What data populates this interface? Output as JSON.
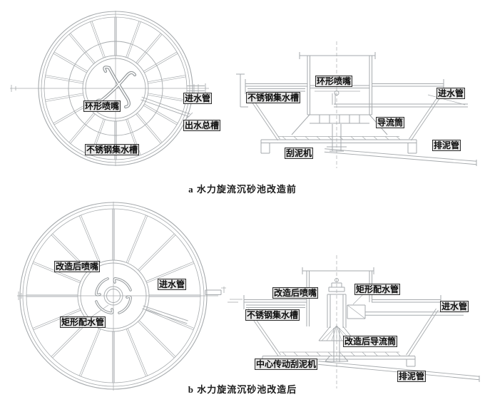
{
  "figure": {
    "panel_a": {
      "caption": "a 水力旋流沉砂池改造前",
      "plan": {
        "ring_nozzle": "环形喷嘴",
        "inlet_pipe": "进水管",
        "outlet_main_channel": "出水总槽",
        "stainless_trough": "不锈钢集水槽"
      },
      "section": {
        "ring_nozzle": "环形喷嘴",
        "stainless_trough": "不锈钢集水槽",
        "inlet_pipe": "进水管",
        "draft_tube": "导流筒",
        "scraper": "刮泥机",
        "sludge_pipe": "排泥管"
      }
    },
    "panel_b": {
      "caption": "b 水力旋流沉砂池改造后",
      "plan": {
        "renovated_nozzle": "改造后喷嘴",
        "inlet_pipe": "进水管",
        "rect_distribution_pipe": "矩形配水管"
      },
      "section": {
        "renovated_nozzle": "改造后喷嘴",
        "rect_distribution_pipe": "矩形配水管",
        "stainless_trough": "不锈钢集水槽",
        "inlet_pipe": "进水管",
        "renovated_draft_tube": "改造后导流筒",
        "center_drive_scraper": "中心传动刮泥机",
        "sludge_pipe": "排泥管"
      }
    },
    "colors": {
      "line": "#a6aaad",
      "line_dark": "#93989b",
      "label_bg": "#e4e4e4",
      "label_border": "#2f2f2f",
      "label_text": "#0d0d0d",
      "caption_text": "#1c1c1c"
    }
  }
}
